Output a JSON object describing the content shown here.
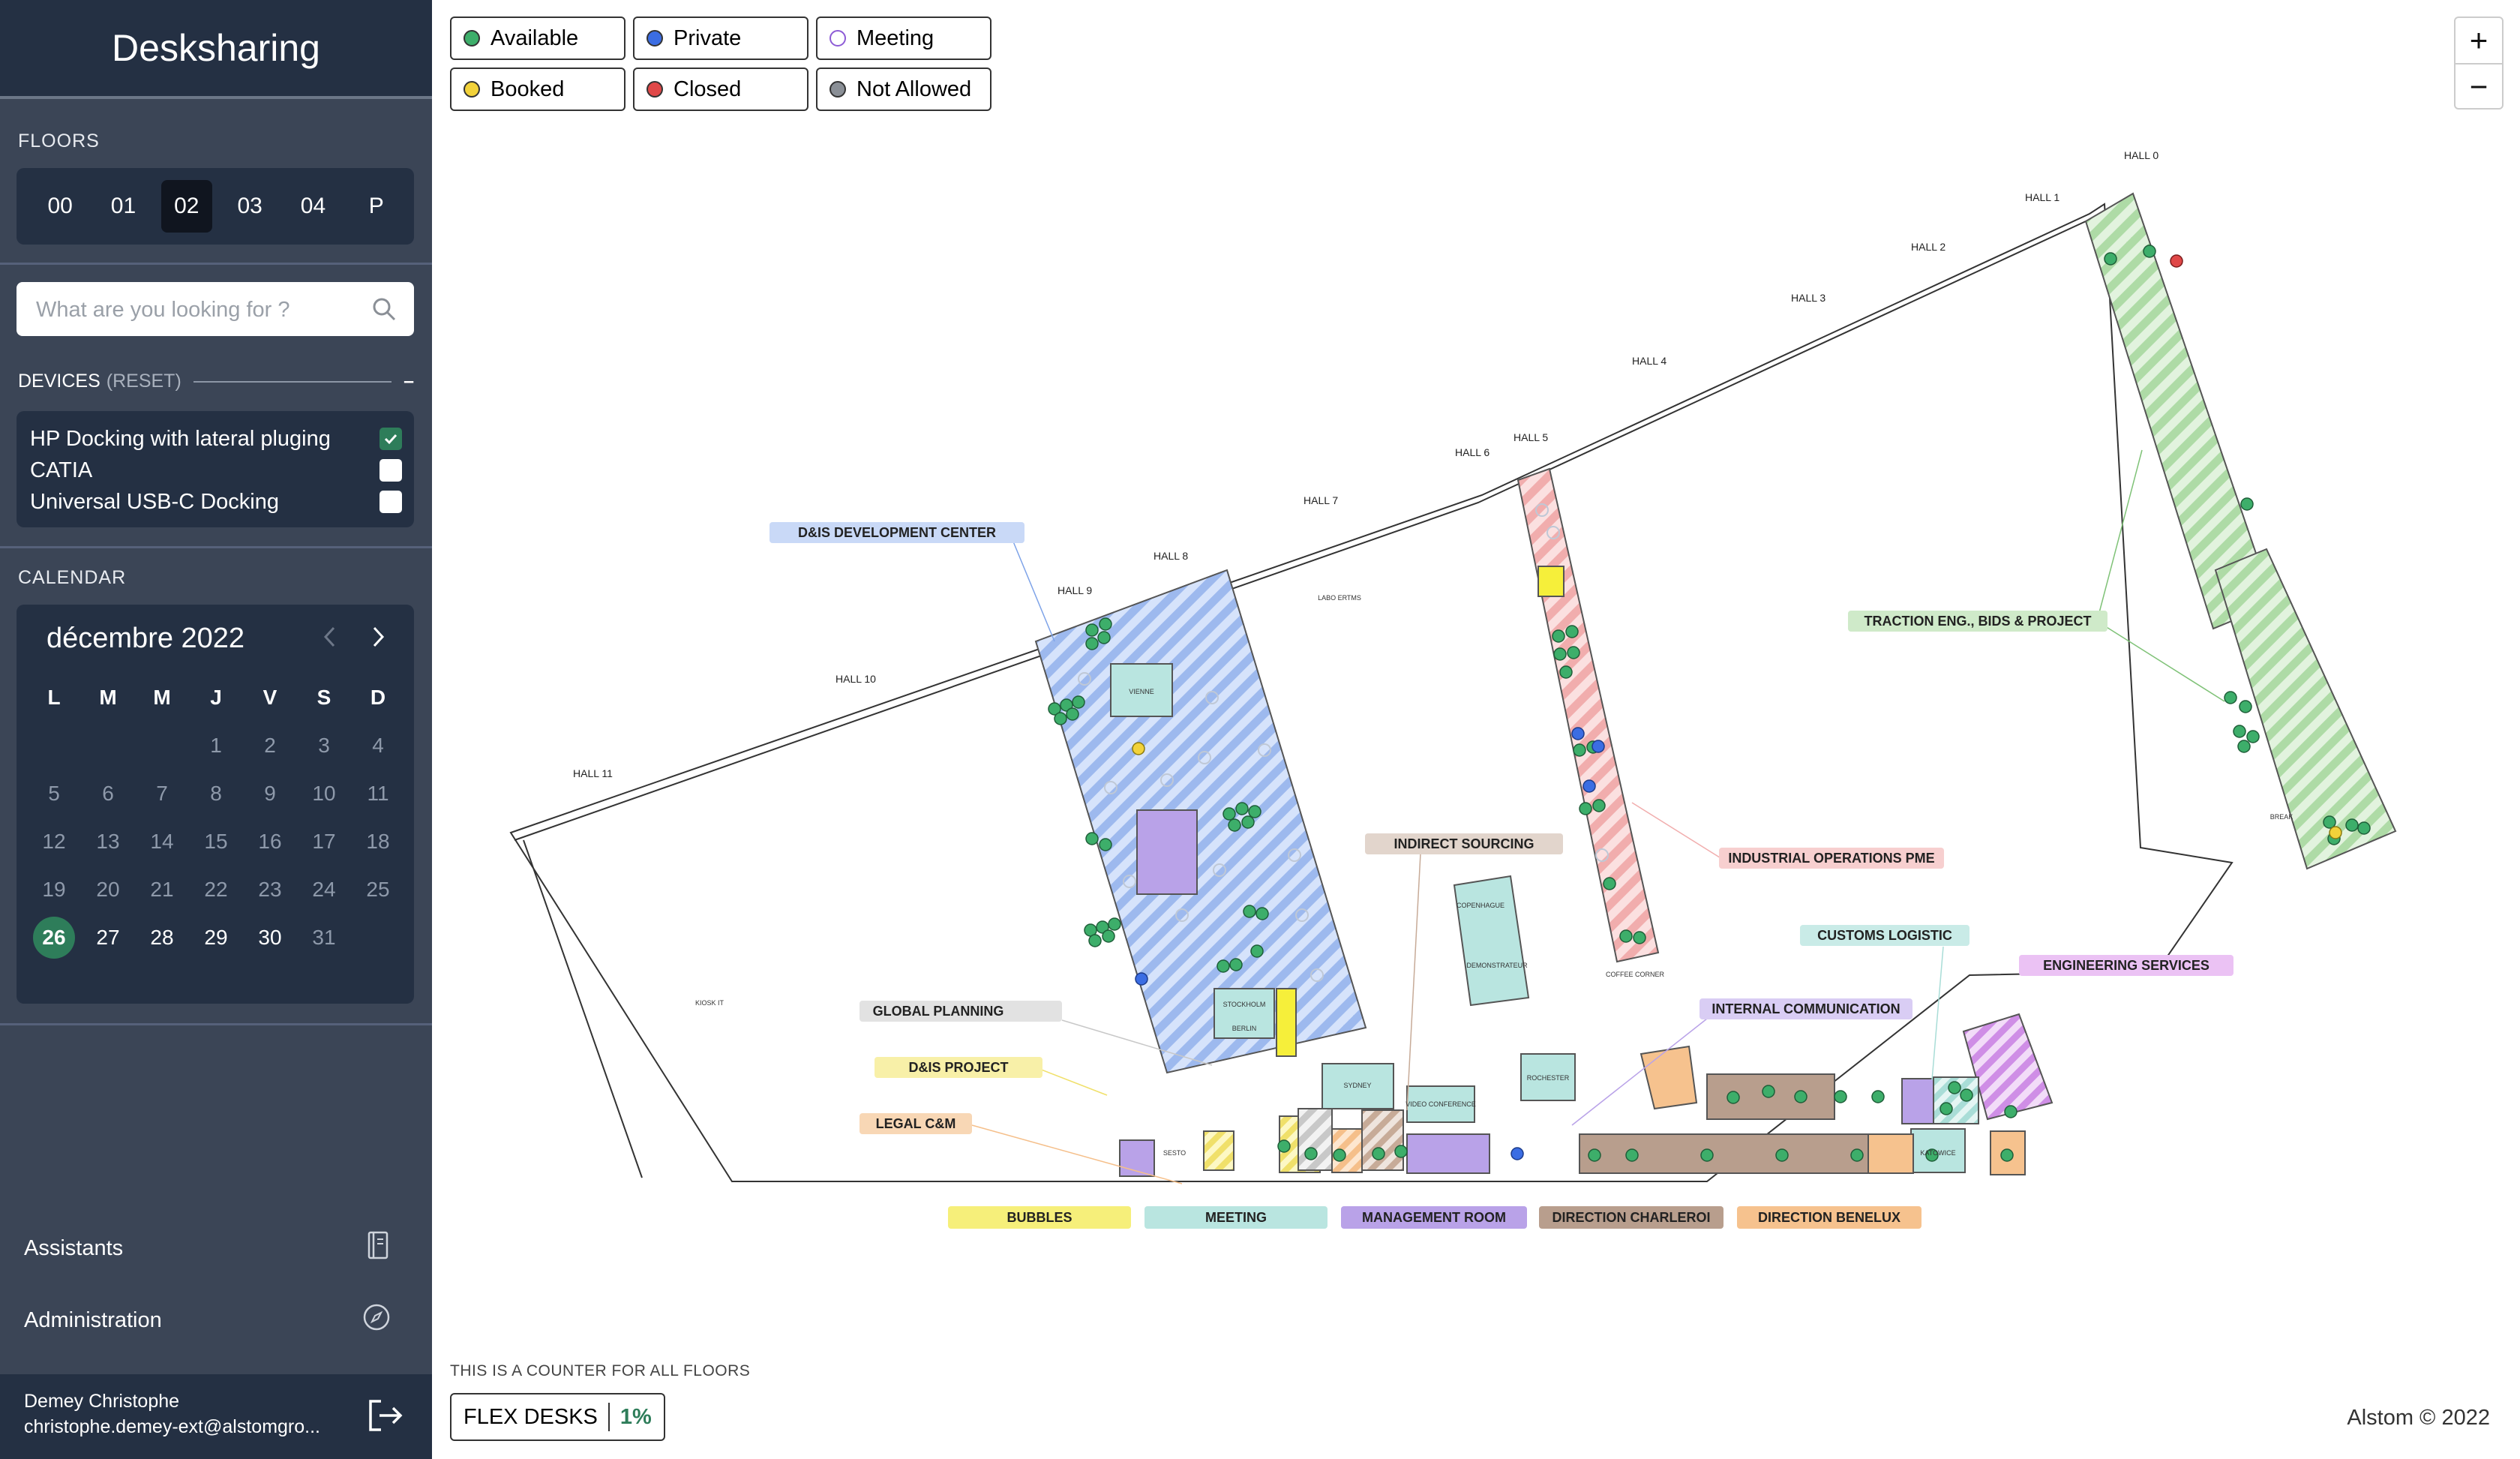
{
  "app": {
    "title": "Desksharing"
  },
  "floors": {
    "label": "FLOORS",
    "items": [
      "00",
      "01",
      "02",
      "03",
      "04",
      "P"
    ],
    "active": "02"
  },
  "search": {
    "placeholder": "What are you looking for ?"
  },
  "devices": {
    "label": "DEVICES",
    "reset": "(RESET)",
    "collapse": "–",
    "items": [
      {
        "label": "HP Docking with lateral pluging",
        "checked": true
      },
      {
        "label": "CATIA",
        "checked": false
      },
      {
        "label": "Universal USB-C Docking",
        "checked": false
      }
    ]
  },
  "calendar": {
    "label": "CALENDAR",
    "month": "décembre 2022",
    "weekdays": [
      "L",
      "M",
      "M",
      "J",
      "V",
      "S",
      "D"
    ],
    "today": "26"
  },
  "nav": {
    "assistants": "Assistants",
    "administration": "Administration"
  },
  "user": {
    "name": "Demey Christophe",
    "email": "christophe.demey-ext@alstomgro..."
  },
  "legend": [
    {
      "label": "Available",
      "color": "#3dae6a",
      "hollow": false
    },
    {
      "label": "Private",
      "color": "#3b6de3",
      "hollow": false
    },
    {
      "label": "Meeting",
      "color": "#8d5bd6",
      "hollow": true
    },
    {
      "label": "Booked",
      "color": "#f2d23a",
      "hollow": false
    },
    {
      "label": "Closed",
      "color": "#e04848",
      "hollow": false
    },
    {
      "label": "Not Allowed",
      "color": "#8a8f96",
      "hollow": false
    }
  ],
  "zoom": {
    "in": "+",
    "out": "−"
  },
  "counter": {
    "note": "THIS IS A COUNTER FOR ALL FLOORS",
    "label": "FLEX DESKS",
    "value": "1%"
  },
  "copyright": "Alstom © 2022",
  "plan": {
    "halls": [
      "HALL 0",
      "HALL 1",
      "HALL 2",
      "HALL 3",
      "HALL 4",
      "HALL 5",
      "HALL 6",
      "HALL 7",
      "HALL 8",
      "HALL 9",
      "HALL 10",
      "HALL 11"
    ],
    "zones": [
      "D&IS DEVELOPMENT CENTER",
      "TRACTION ENG., BIDS & PROJECT",
      "INDIRECT SOURCING",
      "INDUSTRIAL OPERATIONS PME",
      "CUSTOMS LOGISTIC",
      "ENGINEERING SERVICES",
      "GLOBAL PLANNING",
      "INTERNAL COMMUNICATION",
      "D&IS PROJECT",
      "LEGAL C&M"
    ],
    "rooms": [
      "VIENNE",
      "STOCKHOLM",
      "BERLIN",
      "SYDNEY",
      "COPENHAGUE",
      "DEMONSTRATEUR",
      "ROCHESTER",
      "KATOWICE",
      "SESTO",
      "BREAK",
      "VIDEO CONFERENCE",
      "COFFEE CORNER",
      "LABO ERTMS",
      "KIOSK IT"
    ],
    "bottom_legend": [
      {
        "label": "BUBBLES",
        "color": "#f6ef7a"
      },
      {
        "label": "MEETING",
        "color": "#b9e5e0"
      },
      {
        "label": "MANAGEMENT ROOM",
        "color": "#b9a2e8"
      },
      {
        "label": "DIRECTION CHARLEROI",
        "color": "#b89e8d"
      },
      {
        "label": "DIRECTION BENELUX",
        "color": "#f6c28e"
      }
    ]
  }
}
